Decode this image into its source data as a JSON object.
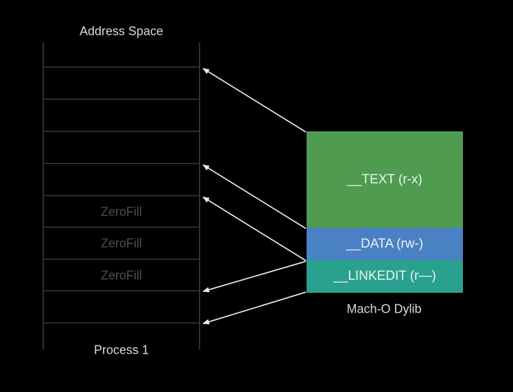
{
  "address_space": {
    "title": "Address Space",
    "process_label": "Process 1",
    "zerofill_labels": [
      "ZeroFill",
      "ZeroFill",
      "ZeroFill"
    ]
  },
  "dylib": {
    "label": "Mach-O Dylib",
    "segments": [
      {
        "name": "text",
        "label": "__TEXT (r-x)",
        "color": "#4f9c50"
      },
      {
        "name": "data",
        "label": "__DATA (rw-)",
        "color": "#4a80c4"
      },
      {
        "name": "linkedit",
        "label": "__LINKEDIT (r—)",
        "color": "#2aa18f"
      }
    ]
  },
  "colors": {
    "background": "#000000",
    "ladder_line": "#393c3e",
    "arrow": "#e9e9e9",
    "title_text": "#d9dadb",
    "zerofill_text": "#4d5052"
  }
}
